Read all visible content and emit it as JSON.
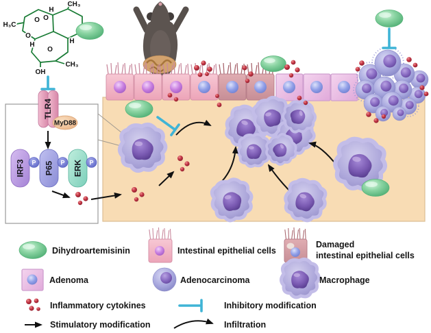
{
  "figure": {
    "description": "Mechanism diagram: dihydroartemisinin inhibits TLR4/MyD88 signaling and macrophage infiltration in intestinal tumorigenesis"
  },
  "chemical": {
    "labels": {
      "h_top": "H",
      "ch3_top": "CH₃",
      "h3c_left": "H₃C",
      "o_peroxide_1": "O",
      "o_peroxide_2": "O",
      "o_ring": "O",
      "o_lactone": "O",
      "h_mid": "H",
      "h_right": "H",
      "ch3_bottom": "CH₃",
      "oh": "OH"
    }
  },
  "signaling": {
    "receptor_label": "TLR4",
    "adaptor_label": "MyD88",
    "proteins": [
      {
        "label": "IRF3"
      },
      {
        "label": "P65"
      },
      {
        "label": "ERK"
      }
    ],
    "phospho_label": "P"
  },
  "legend": {
    "dihydroartemisinin": "Dihydroartemisinin",
    "intestinal_epithelial_cells": "Intestinal epithelial cells",
    "damaged_line1": "Damaged",
    "damaged_line2": "intestinal epithelial cells",
    "adenoma": "Adenoma",
    "adenocarcinoma": "Adenocarcinoma",
    "macrophage": "Macrophage",
    "inflammatory_cytokines": "Inflammatory cytokines",
    "inhibitory_modification": "Inhibitory modification",
    "stimulatory_modification": "Stimulatory modification",
    "infiltration": "Infiltration"
  },
  "colors": {
    "dha_green": "#7ecf9a",
    "inhibition_teal": "#3fb4d6",
    "cytokine_red": "#c23444",
    "tissue_peach": "#f8dcb4",
    "epithelial_pink": "#f2b6c5",
    "damaged_mauve": "#d49aa5",
    "adenoma_pink": "#ecc3e6",
    "adenocarcinoma_purple": "#a8a8de",
    "macrophage_purple": "#aaa4d8",
    "structure_green": "#177a33"
  }
}
